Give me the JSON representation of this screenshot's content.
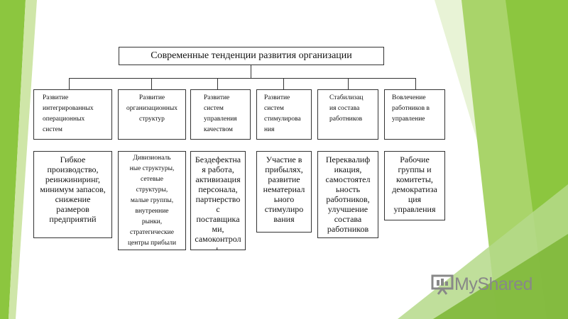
{
  "diagram": {
    "title": "Современные тенденции развития организации",
    "categories": [
      {
        "label": "Развитие\nинтегрированных\nоперационных\nсистем"
      },
      {
        "label": "Развитие\nорганизационных\nструктур"
      },
      {
        "label": "Развитие\nсистем\nуправления\nкачеством"
      },
      {
        "label": "Развитие\nсистем\nстимулирова\nния"
      },
      {
        "label": "Стабилизац\nия состава\nработников"
      },
      {
        "label": "Вовлечение\nработников в\nуправление"
      }
    ],
    "details": [
      {
        "text": "Гибкое\nпроизводство,\nреинжиниринг,\nминимум запасов,\nснижение\nразмеров\nпредприятий"
      },
      {
        "text": "Дивизиональ\nные структуры,\nсетевые\nструктуры,\nмалые группы,\nвнутренние\nрынки,\nстратегические\nцентры прибыли"
      },
      {
        "text": "Бездефектна\nя работа,\nактивизация\nперсонала,\nпартнерство\nс\nпоставщика\nми,\nсамоконтрол\nь"
      },
      {
        "text": "Участие в\nприбылях,\nразвитие\nнематериал\nьного\nстимулиро\nвания"
      },
      {
        "text": "Переквалиф\nикация,\nсамостоятел\nьность\nработников,\nулучшение\nсостава\nработников"
      },
      {
        "text": "Рабочие\nгруппы и\nкомитеты,\nдемократиза\nция\nуправления"
      }
    ]
  },
  "watermark": {
    "text": "MyShared"
  },
  "colors": {
    "green_dark": "#7fb83a",
    "green_mid": "#9ccd55",
    "green_light": "#d6ecb8"
  }
}
